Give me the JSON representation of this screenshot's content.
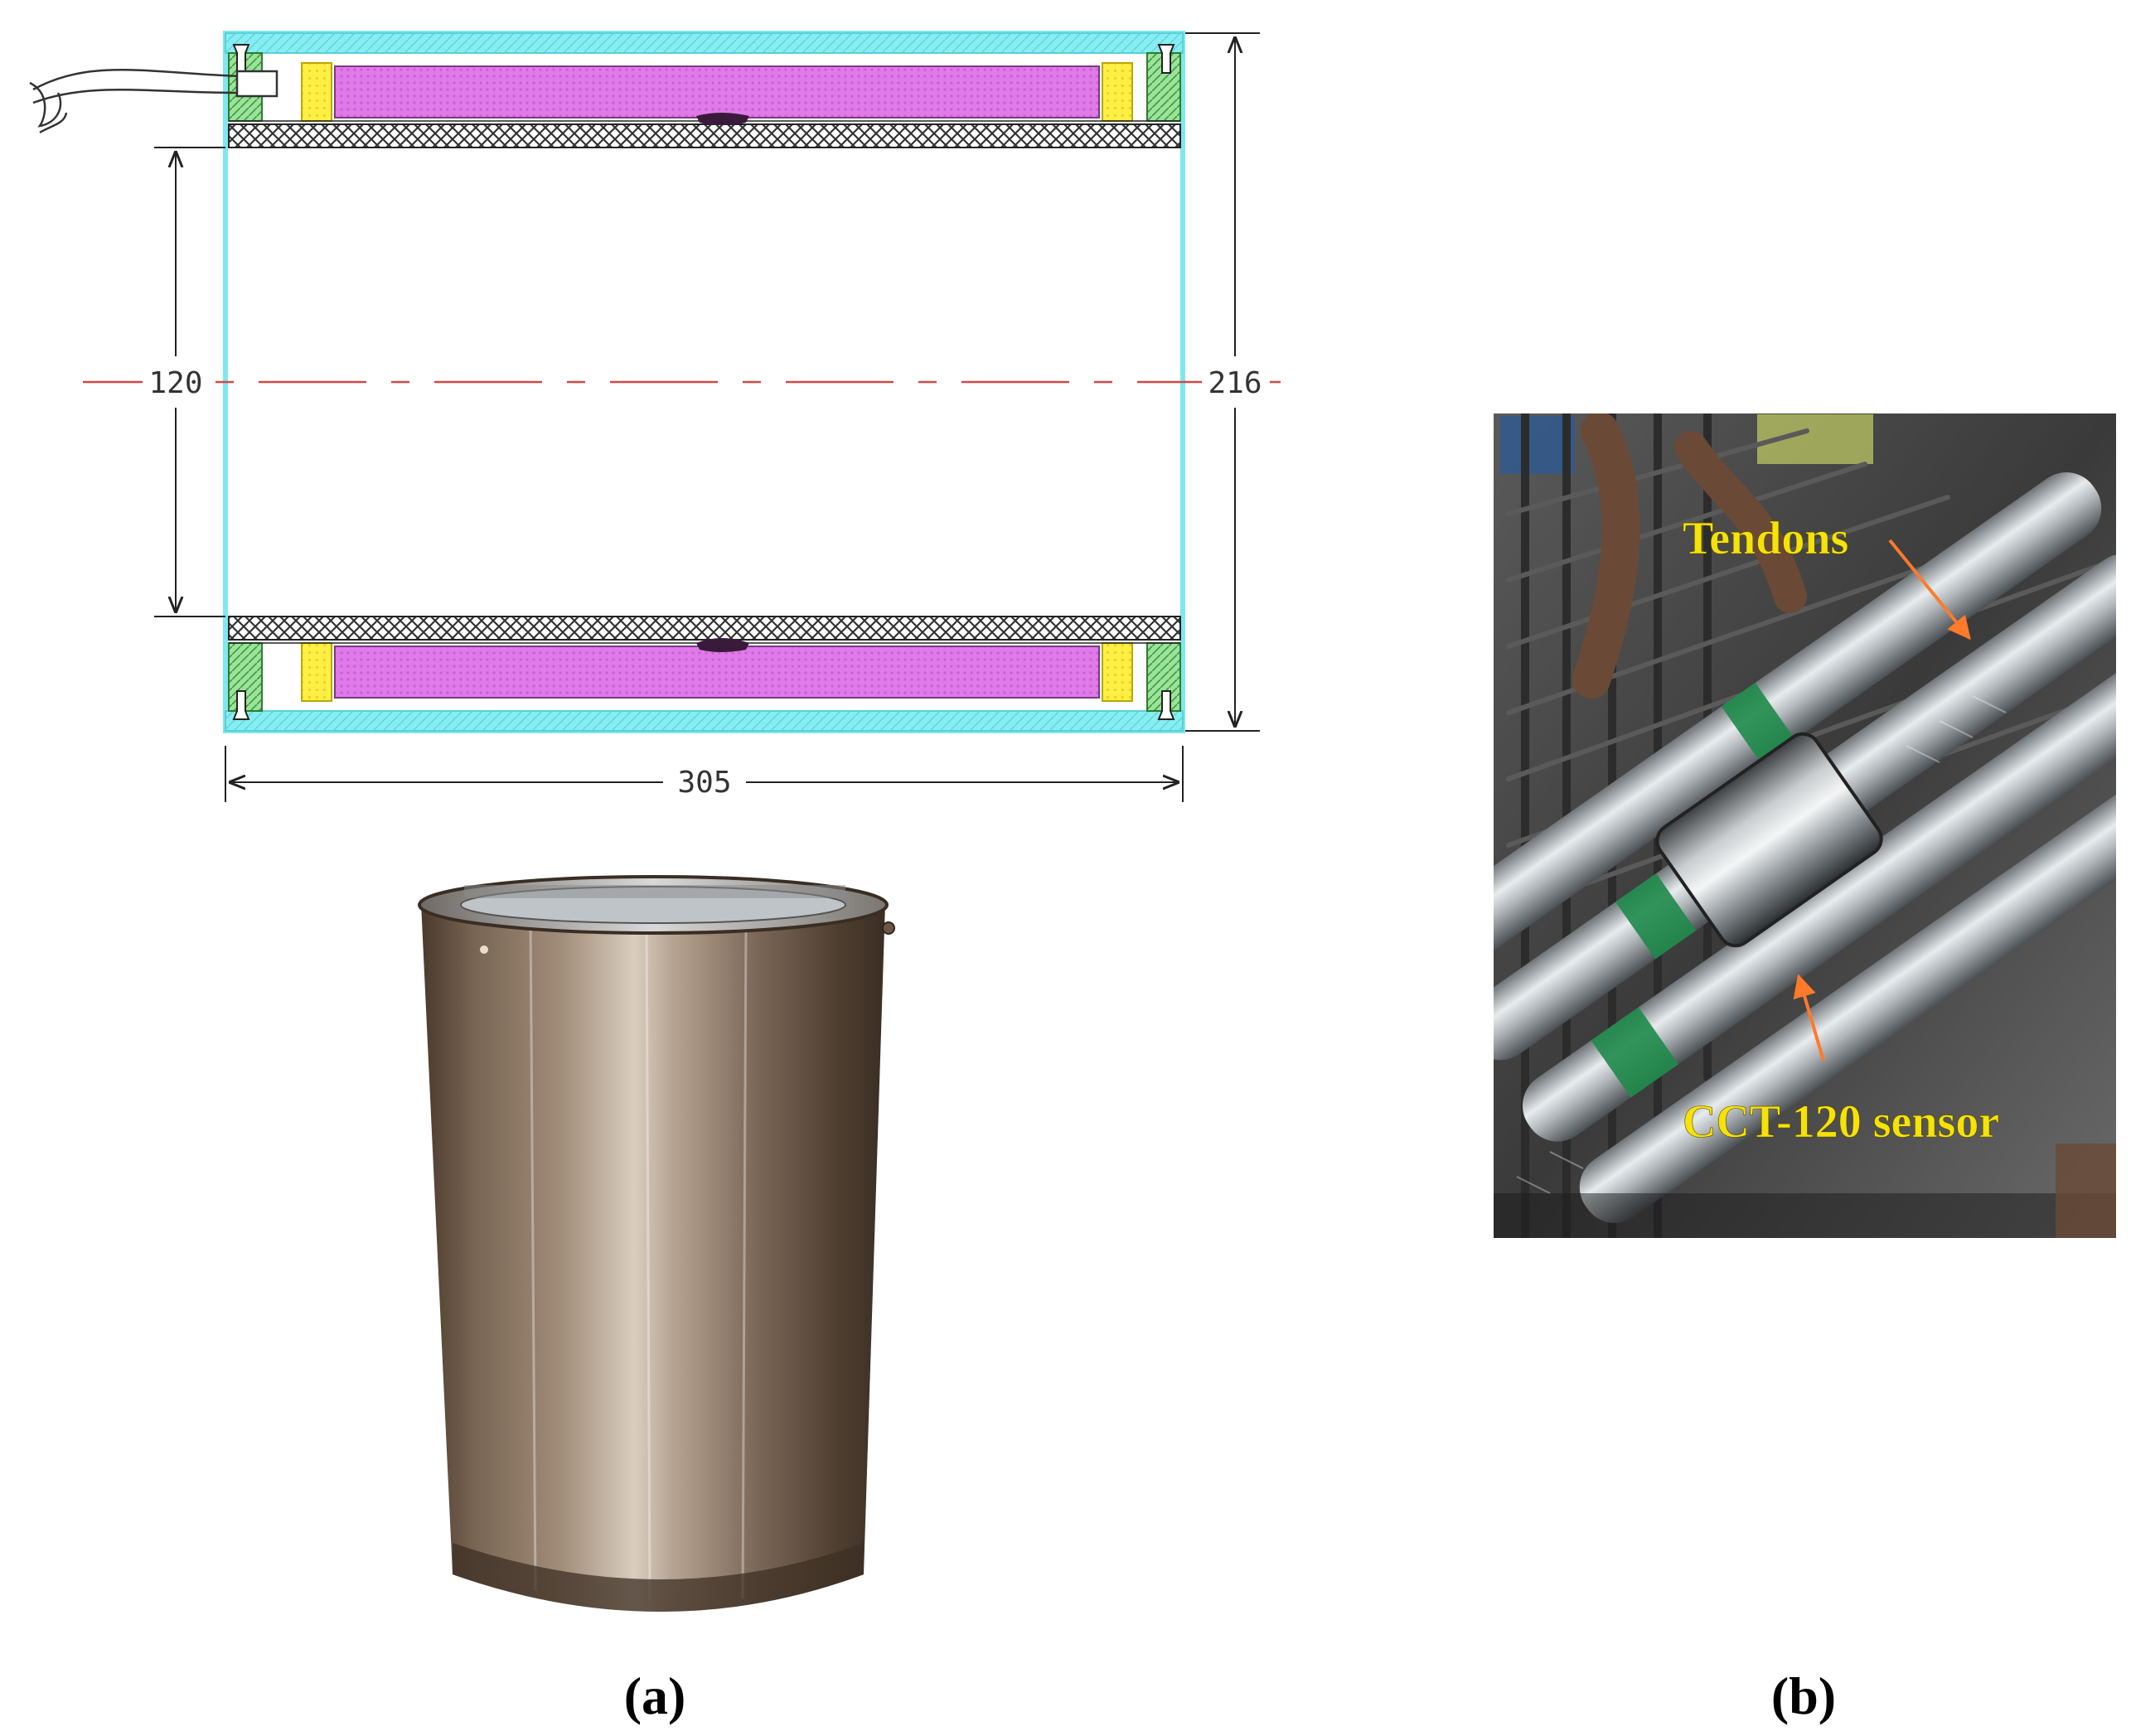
{
  "drawing": {
    "dim_length": "305",
    "dim_inner_diameter": "120",
    "dim_outer_diameter": "216"
  },
  "photo_b": {
    "label_tendons": "Tendons",
    "label_sensor": "CCT-120 sensor"
  },
  "captions": {
    "a": "(a)",
    "b": "(b)"
  },
  "colors": {
    "housing": "#7fe8ee",
    "coil": "#e07ae8",
    "spacer": "#ffee44",
    "end_cap": "#77cc77",
    "bobbin_hatch": "#333333",
    "centerline": "#d04848",
    "dimension": "#222222",
    "label_text": "#f5e20a",
    "arrow": "#ff7a2a"
  }
}
